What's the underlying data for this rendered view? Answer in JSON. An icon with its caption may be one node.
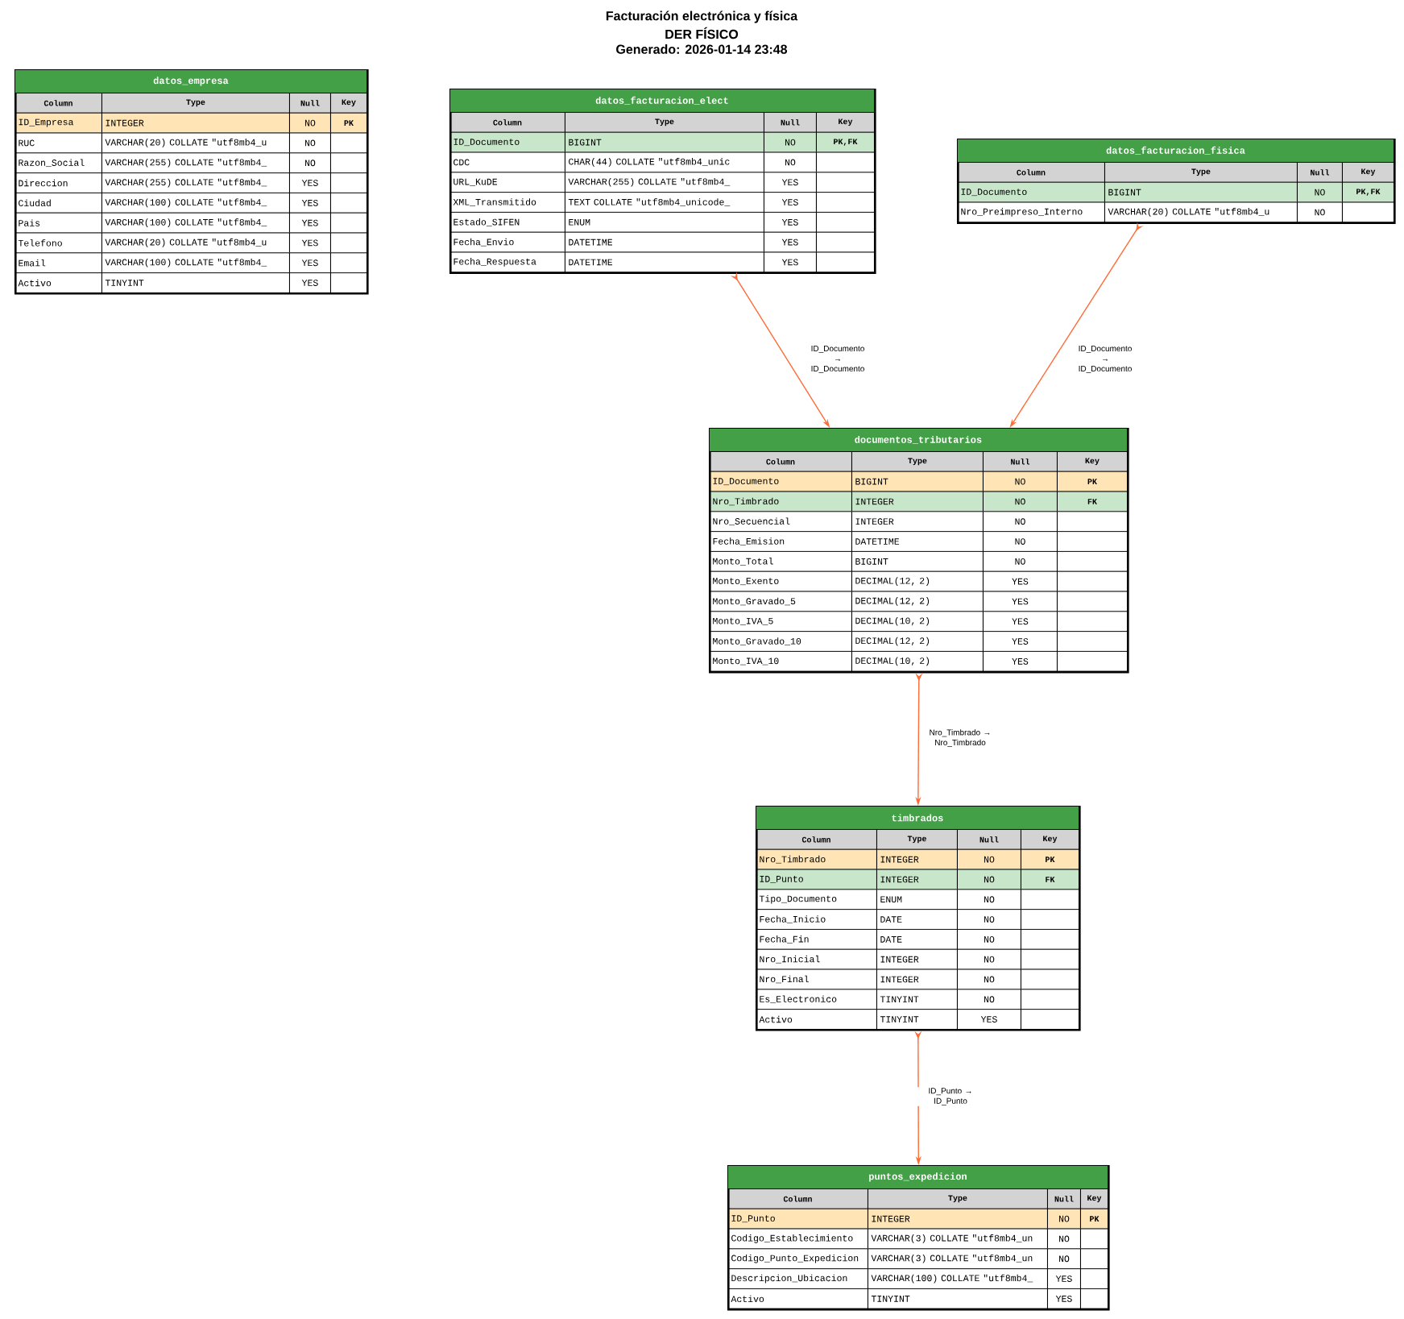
{
  "diagram": {
    "title": "Facturación electrónica y física",
    "labels": [
      "DER FÍSICO",
      "Generado: 2026-01-14 23:48"
    ],
    "nodes": [
      {
        "text": [
          "datos_empresa"
        ]
      },
      {
        "text": [
          "Column",
          "Type",
          "Null",
          "Key"
        ],
        "in": 0
      },
      {
        "text": [
          "ID_Empresa",
          "INTEGER",
          "NO",
          "PK"
        ],
        "in": 0
      },
      {
        "text": [
          "RUC",
          "VARCHAR(20) COLLATE \"utf8mb4_u",
          "NO"
        ],
        "in": 0
      },
      {
        "text": [
          "Razon_Social",
          "VARCHAR(255) COLLATE \"utf8mb4_",
          "NO"
        ],
        "in": 0
      },
      {
        "text": [
          "Direccion",
          "VARCHAR(255) COLLATE \"utf8mb4_",
          "YES"
        ],
        "in": 0
      },
      {
        "text": [
          "Ciudad",
          "VARCHAR(100) COLLATE \"utf8mb4_",
          "YES"
        ],
        "in": 0
      },
      {
        "text": [
          "Pais",
          "VARCHAR(100) COLLATE \"utf8mb4_",
          "YES"
        ],
        "in": 0
      },
      {
        "text": [
          "Telefono",
          "VARCHAR(20) COLLATE \"utf8mb4_u",
          "YES"
        ],
        "in": 0
      },
      {
        "text": [
          "Email",
          "VARCHAR(100) COLLATE \"utf8mb4_",
          "YES"
        ],
        "in": 0
      },
      {
        "text": [
          "Activo",
          "TINYINT",
          "YES"
        ],
        "in": 0
      },
      {
        "text": [
          "datos_facturacion_elect"
        ]
      },
      {
        "text": [
          "Column",
          "Type",
          "Null",
          "Key"
        ],
        "in": 11
      },
      {
        "text": [
          "ID_Documento",
          "BIGINT",
          "NO",
          "PK,FK"
        ],
        "in": 11
      },
      {
        "text": [
          "CDC",
          "CHAR(44) COLLATE \"utf8mb4_unic",
          "NO"
        ],
        "in": 11
      },
      {
        "text": [
          "URL_KuDE",
          "VARCHAR(255) COLLATE \"utf8mb4_",
          "YES"
        ],
        "in": 11
      },
      {
        "text": [
          "XML_Transmitido",
          "TEXT COLLATE \"utf8mb4_unicode_",
          "YES"
        ],
        "in": 11
      },
      {
        "text": [
          "Estado_SIFEN",
          "ENUM",
          "YES"
        ],
        "in": 11
      },
      {
        "text": [
          "Fecha_Envio",
          "DATETIME",
          "YES"
        ],
        "in": 11
      },
      {
        "text": [
          "Fecha_Respuesta",
          "DATETIME",
          "YES"
        ],
        "in": 11
      },
      {
        "text": [
          "datos_facturacion_fisica"
        ]
      },
      {
        "text": [
          "Column",
          "Type",
          "Null",
          "Key"
        ],
        "in": 20
      },
      {
        "text": [
          "ID_Documento",
          "BIGINT",
          "NO",
          "PK,FK"
        ],
        "in": 20
      },
      {
        "text": [
          "Nro_Preimpreso_Interno",
          "VARCHAR(20) COLLATE \"utf8mb4_u",
          "NO"
        ],
        "in": 20
      },
      {
        "text": [
          "documentos_tributarios"
        ]
      },
      {
        "text": [
          "Column",
          "Type",
          "Null",
          "Key"
        ],
        "in": 24
      },
      {
        "text": [
          "ID_Documento",
          "BIGINT",
          "NO",
          "PK"
        ],
        "in": 24
      },
      {
        "text": [
          "Nro_Timbrado",
          "INTEGER",
          "NO",
          "FK"
        ],
        "in": 24
      },
      {
        "text": [
          "Nro_Secuencial",
          "INTEGER",
          "NO"
        ],
        "in": 24
      },
      {
        "text": [
          "Fecha_Emision",
          "DATETIME",
          "NO"
        ],
        "in": 24
      },
      {
        "text": [
          "Monto_Total",
          "BIGINT",
          "NO"
        ],
        "in": 24
      },
      {
        "text": [
          "Monto_Exento",
          "DECIMAL(12, 2)",
          "YES"
        ],
        "in": 24
      },
      {
        "text": [
          "Monto_Gravado_5",
          "DECIMAL(12, 2)",
          "YES"
        ],
        "in": 24
      },
      {
        "text": [
          "Monto_IVA_5",
          "DECIMAL(10, 2)",
          "YES"
        ],
        "in": 24
      },
      {
        "text": [
          "Monto_Gravado_10",
          "DECIMAL(12, 2)",
          "YES"
        ],
        "in": 24
      },
      {
        "text": [
          "Monto_IVA_10",
          "DECIMAL(10, 2)",
          "YES"
        ],
        "in": 24
      },
      {
        "text": [
          "timbrados"
        ]
      },
      {
        "text": [
          "Column",
          "Type",
          "Null",
          "Key"
        ],
        "in": 36
      },
      {
        "text": [
          "Nro_Timbrado",
          "INTEGER",
          "NO",
          "PK"
        ],
        "in": 36
      },
      {
        "text": [
          "ID_Punto",
          "INTEGER",
          "NO",
          "FK"
        ],
        "in": 36
      },
      {
        "text": [
          "Tipo_Documento",
          "ENUM",
          "NO"
        ],
        "in": 36
      },
      {
        "text": [
          "Fecha_Inicio",
          "DATE",
          "NO"
        ],
        "in": 36
      },
      {
        "text": [
          "Fecha_Fin",
          "DATE",
          "NO"
        ],
        "in": 36
      },
      {
        "text": [
          "Nro_Inicial",
          "INTEGER",
          "NO"
        ],
        "in": 36
      },
      {
        "text": [
          "Nro_Final",
          "INTEGER",
          "NO"
        ],
        "in": 36
      },
      {
        "text": [
          "Es_Electronico",
          "TINYINT",
          "NO"
        ],
        "in": 36
      },
      {
        "text": [
          "Activo",
          "TINYINT",
          "YES"
        ],
        "in": 36
      },
      {
        "text": [
          "puntos_expedicion"
        ]
      },
      {
        "text": [
          "Column",
          "Type",
          "Null",
          "Key"
        ],
        "in": 47
      },
      {
        "text": [
          "ID_Punto",
          "INTEGER",
          "NO",
          "PK"
        ],
        "in": 47
      },
      {
        "text": [
          "Codigo_Establecimiento",
          "VARCHAR(3) COLLATE \"utf8mb4_un",
          "NO"
        ],
        "in": 47
      },
      {
        "text": [
          "Codigo_Punto_Expedicion",
          "VARCHAR(3) COLLATE \"utf8mb4_un",
          "NO"
        ],
        "in": 47
      },
      {
        "text": [
          "Descripcion_Ubicacion",
          "VARCHAR(100) COLLATE \"utf8mb4_",
          "YES"
        ],
        "in": 47
      },
      {
        "text": [
          "Activo",
          "TINYINT",
          "YES"
        ],
        "in": 47
      }
    ],
    "edges": [
      {
        "from": 11,
        "to": 24,
        "arrow": "to",
        "label": "ID_Documento → ID_Documento"
      },
      {
        "from": 20,
        "to": 24,
        "arrow": "to",
        "label": "ID_Documento → ID_Documento"
      },
      {
        "from": 24,
        "to": 36,
        "arrow": "to",
        "label": "Nro_Timbrado → Nro_Timbrado"
      },
      {
        "from": 36,
        "to": 47,
        "arrow": "to",
        "label": "ID_Punto → ID_Punto"
      }
    ]
  }
}
